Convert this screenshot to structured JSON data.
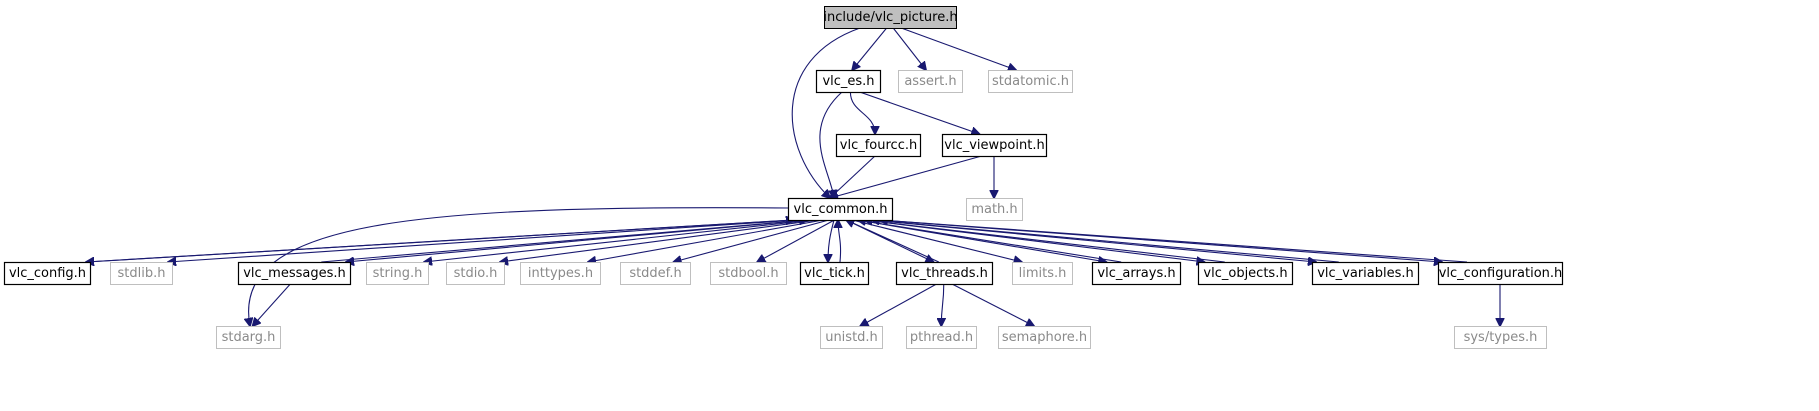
{
  "graph": {
    "title": "include/vlc_picture.h",
    "colors": {
      "edge": "#191970",
      "root_fill": "#bfbfbf",
      "doc_border": "#000000",
      "sys_border": "#bfbfbf",
      "sys_text": "#8a8a8a"
    },
    "nodes": [
      {
        "id": "vlc_picture",
        "label": "include/vlc_picture.h",
        "kind": "root"
      },
      {
        "id": "vlc_es",
        "label": "vlc_es.h",
        "kind": "doc"
      },
      {
        "id": "assert",
        "label": "assert.h",
        "kind": "sys"
      },
      {
        "id": "stdatomic",
        "label": "stdatomic.h",
        "kind": "sys"
      },
      {
        "id": "vlc_fourcc",
        "label": "vlc_fourcc.h",
        "kind": "doc"
      },
      {
        "id": "vlc_viewpoint",
        "label": "vlc_viewpoint.h",
        "kind": "doc"
      },
      {
        "id": "vlc_common",
        "label": "vlc_common.h",
        "kind": "doc"
      },
      {
        "id": "math",
        "label": "math.h",
        "kind": "sys"
      },
      {
        "id": "vlc_config",
        "label": "vlc_config.h",
        "kind": "doc"
      },
      {
        "id": "stdlib",
        "label": "stdlib.h",
        "kind": "sys"
      },
      {
        "id": "vlc_messages",
        "label": "vlc_messages.h",
        "kind": "doc"
      },
      {
        "id": "string",
        "label": "string.h",
        "kind": "sys"
      },
      {
        "id": "stdio",
        "label": "stdio.h",
        "kind": "sys"
      },
      {
        "id": "inttypes",
        "label": "inttypes.h",
        "kind": "sys"
      },
      {
        "id": "stddef",
        "label": "stddef.h",
        "kind": "sys"
      },
      {
        "id": "stdbool",
        "label": "stdbool.h",
        "kind": "sys"
      },
      {
        "id": "vlc_tick",
        "label": "vlc_tick.h",
        "kind": "doc"
      },
      {
        "id": "vlc_threads",
        "label": "vlc_threads.h",
        "kind": "doc"
      },
      {
        "id": "limits",
        "label": "limits.h",
        "kind": "sys"
      },
      {
        "id": "vlc_arrays",
        "label": "vlc_arrays.h",
        "kind": "doc"
      },
      {
        "id": "vlc_objects",
        "label": "vlc_objects.h",
        "kind": "doc"
      },
      {
        "id": "vlc_variables",
        "label": "vlc_variables.h",
        "kind": "doc"
      },
      {
        "id": "vlc_configuration",
        "label": "vlc_configuration.h",
        "kind": "doc"
      },
      {
        "id": "stdarg",
        "label": "stdarg.h",
        "kind": "sys"
      },
      {
        "id": "unistd",
        "label": "unistd.h",
        "kind": "sys"
      },
      {
        "id": "pthread",
        "label": "pthread.h",
        "kind": "sys"
      },
      {
        "id": "semaphore",
        "label": "semaphore.h",
        "kind": "sys"
      },
      {
        "id": "sys_types",
        "label": "sys/types.h",
        "kind": "sys"
      }
    ],
    "edges": [
      {
        "from": "vlc_picture",
        "to": "vlc_es"
      },
      {
        "from": "vlc_picture",
        "to": "assert"
      },
      {
        "from": "vlc_picture",
        "to": "stdatomic"
      },
      {
        "from": "vlc_picture",
        "to": "vlc_common"
      },
      {
        "from": "vlc_es",
        "to": "vlc_fourcc"
      },
      {
        "from": "vlc_es",
        "to": "vlc_viewpoint"
      },
      {
        "from": "vlc_es",
        "to": "vlc_common"
      },
      {
        "from": "vlc_fourcc",
        "to": "vlc_common"
      },
      {
        "from": "vlc_viewpoint",
        "to": "vlc_common"
      },
      {
        "from": "vlc_viewpoint",
        "to": "math"
      },
      {
        "from": "vlc_common",
        "to": "vlc_config"
      },
      {
        "from": "vlc_common",
        "to": "stdlib"
      },
      {
        "from": "vlc_common",
        "to": "vlc_messages"
      },
      {
        "from": "vlc_common",
        "to": "string"
      },
      {
        "from": "vlc_common",
        "to": "stdio"
      },
      {
        "from": "vlc_common",
        "to": "inttypes"
      },
      {
        "from": "vlc_common",
        "to": "stddef"
      },
      {
        "from": "vlc_common",
        "to": "stdbool"
      },
      {
        "from": "vlc_common",
        "to": "vlc_tick"
      },
      {
        "from": "vlc_common",
        "to": "vlc_threads"
      },
      {
        "from": "vlc_common",
        "to": "limits"
      },
      {
        "from": "vlc_common",
        "to": "vlc_arrays"
      },
      {
        "from": "vlc_common",
        "to": "vlc_objects"
      },
      {
        "from": "vlc_common",
        "to": "vlc_variables"
      },
      {
        "from": "vlc_common",
        "to": "vlc_configuration"
      },
      {
        "from": "vlc_common",
        "to": "stdarg"
      },
      {
        "from": "vlc_config",
        "to": "vlc_common"
      },
      {
        "from": "vlc_messages",
        "to": "vlc_common"
      },
      {
        "from": "vlc_messages",
        "to": "stdarg"
      },
      {
        "from": "vlc_tick",
        "to": "vlc_common"
      },
      {
        "from": "vlc_threads",
        "to": "vlc_common"
      },
      {
        "from": "vlc_threads",
        "to": "unistd"
      },
      {
        "from": "vlc_threads",
        "to": "pthread"
      },
      {
        "from": "vlc_threads",
        "to": "semaphore"
      },
      {
        "from": "vlc_arrays",
        "to": "vlc_common"
      },
      {
        "from": "vlc_objects",
        "to": "vlc_common"
      },
      {
        "from": "vlc_variables",
        "to": "vlc_common"
      },
      {
        "from": "vlc_configuration",
        "to": "vlc_common"
      },
      {
        "from": "vlc_configuration",
        "to": "sys_types"
      }
    ]
  }
}
